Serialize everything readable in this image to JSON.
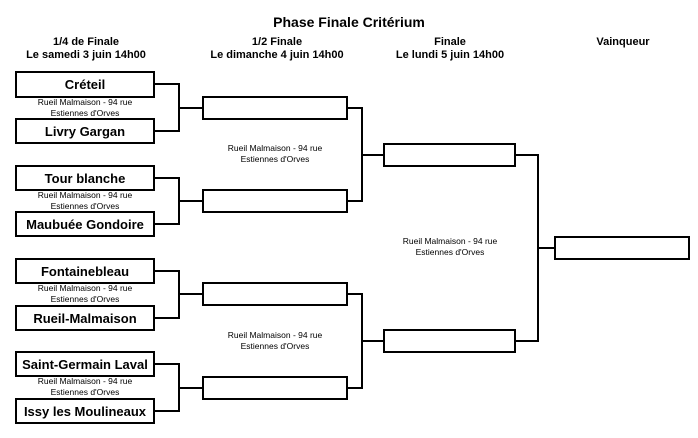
{
  "title": "Phase Finale Critérium",
  "rounds": [
    {
      "name": "1/4 de Finale",
      "date": "Le samedi 3 juin 14h00"
    },
    {
      "name": "1/2  Finale",
      "date": "Le dimanche 4 juin 14h00"
    },
    {
      "name": "Finale",
      "date": "Le lundi 5 juin 14h00"
    },
    {
      "name": "Vainqueur",
      "date": ""
    }
  ],
  "teams": [
    "Créteil",
    "Livry Gargan",
    "Tour blanche",
    "Maubuée Gondoire",
    "Fontainebleau",
    "Rueil-Malmaison",
    "Saint-Germain Laval",
    "Issy les Moulineaux"
  ],
  "quarter_venues": [
    {
      "line1": "Rueil Malmaison - 94 rue",
      "line2": "Estiennes d'Orves"
    },
    {
      "line1": "Rueil Malmaison - 94 rue",
      "line2": "Estiennes d'Orves"
    },
    {
      "line1": "Rueil Malmaison - 94 rue",
      "line2": "Estiennes d'Orves"
    },
    {
      "line1": "Rueil Malmaison - 94 rue",
      "line2": "Estiennes d'Orves"
    }
  ],
  "semi_venues": [
    {
      "line1": "Rueil Malmaison - 94 rue",
      "line2": "Estiennes d'Orves"
    },
    {
      "line1": "Rueil Malmaison - 94 rue",
      "line2": "Estiennes d'Orves"
    }
  ],
  "final_venue": {
    "line1": "Rueil Malmaison - 94 rue",
    "line2": "Estiennes d'Orves"
  }
}
